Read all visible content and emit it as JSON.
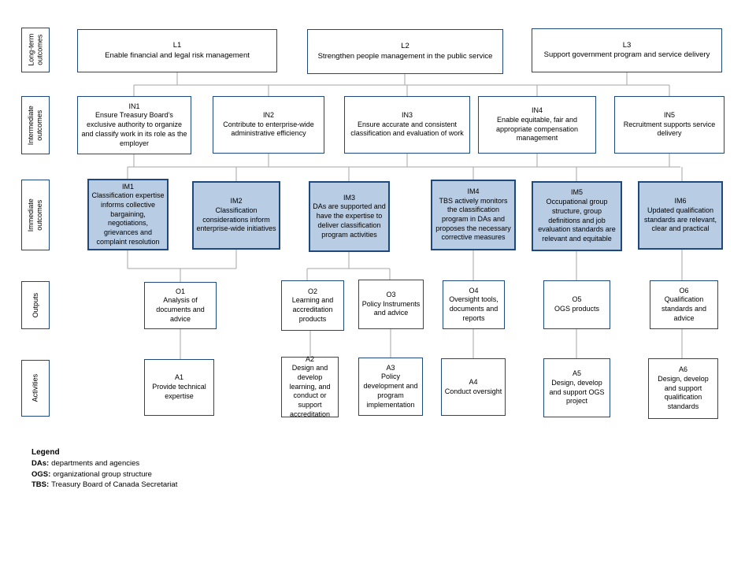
{
  "row_labels": [
    "Long-term outcomes",
    "Intermediate outcomes",
    "Immediate outcomes",
    "Outputs",
    "Activities"
  ],
  "boxes": {
    "L1": {
      "code": "L1",
      "text": "Enable financial and legal risk management"
    },
    "L2": {
      "code": "L2",
      "text": "Strengthen people management in the public service"
    },
    "L3": {
      "code": "L3",
      "text": "Support government program and service delivery"
    },
    "IN1": {
      "code": "IN1",
      "text": "Ensure Treasury Board’s exclusive authority to organize and classify work in its role as the employer"
    },
    "IN2": {
      "code": "IN2",
      "text": "Contribute to enterprise-wide administrative efficiency"
    },
    "IN3": {
      "code": "IN3",
      "text": "Ensure accurate and consistent classification and evaluation of work"
    },
    "IN4": {
      "code": "IN4",
      "text": "Enable equitable, fair and appropriate compensation management"
    },
    "IN5": {
      "code": "IN5",
      "text": "Recruitment supports service delivery"
    },
    "IM1": {
      "code": "IM1",
      "text": "Classification expertise informs collective bargaining, negotiations, grievances and complaint resolution"
    },
    "IM2": {
      "code": "IM2",
      "text": "Classification considerations inform enterprise-wide initiatives"
    },
    "IM3": {
      "code": "IM3",
      "text": "DAs are supported and have the expertise to deliver classification program activities"
    },
    "IM4": {
      "code": "IM4",
      "text": "TBS actively monitors the classification program in DAs and proposes the necessary corrective measures"
    },
    "IM5": {
      "code": "IM5",
      "text": "Occupational group structure, group definitions and job evaluation standards are relevant and equitable"
    },
    "IM6": {
      "code": "IM6",
      "text": "Updated qualification standards are relevant, clear and practical"
    },
    "O1": {
      "code": "O1",
      "text": "Analysis of documents and advice"
    },
    "O2": {
      "code": "O2",
      "text": "Learning and accreditation products"
    },
    "O3": {
      "code": "O3",
      "text": "Policy Instruments and advice"
    },
    "O4": {
      "code": "O4",
      "text": "Oversight tools, documents and reports"
    },
    "O5": {
      "code": "O5",
      "text": "OGS products"
    },
    "O6": {
      "code": "O6",
      "text": "Qualification standards and advice"
    },
    "A1": {
      "code": "A1",
      "text": "Provide technical expertise"
    },
    "A2": {
      "code": "A2",
      "text": "Design and develop learning, and conduct or support accreditation"
    },
    "A3": {
      "code": "A3",
      "text": "Policy development and program implementation"
    },
    "A4": {
      "code": "A4",
      "text": "Conduct oversight"
    },
    "A5": {
      "code": "A5",
      "text": "Design, develop and support OGS project"
    },
    "A6": {
      "code": "A6",
      "text": "Design, develop and support qualification standards"
    }
  },
  "legend": {
    "title": "Legend",
    "entries": [
      {
        "term": "DAs:",
        "definition": "departments and agencies"
      },
      {
        "term": "OGS:",
        "definition": "organizational group structure"
      },
      {
        "term": "TBS:",
        "definition": "Treasury Board of Canada Secretariat"
      }
    ]
  },
  "colors": {
    "box_border": "#1F497D",
    "immediate_fill": "#B8CCE4",
    "connector": "#A6A6A6",
    "background": "#FFFFFF",
    "text": "#000000"
  }
}
